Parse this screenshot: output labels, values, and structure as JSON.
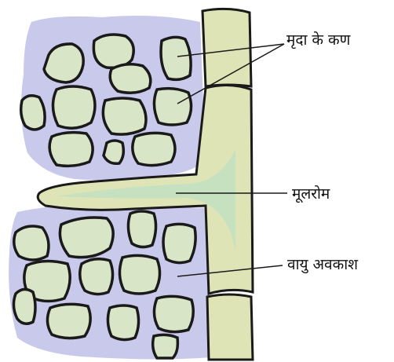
{
  "labels": {
    "soil_particles": "मृदा के कण",
    "root_hair": "मूलरोम",
    "air_space": "वायु अवकाश"
  },
  "colors": {
    "soil_wash": "#c9c9ec",
    "particle_fill": "#d9e5c7",
    "root_fill": "#dfe4b6",
    "root_hair_fill": "#bfe0c2",
    "outline": "#1a1a1a"
  }
}
